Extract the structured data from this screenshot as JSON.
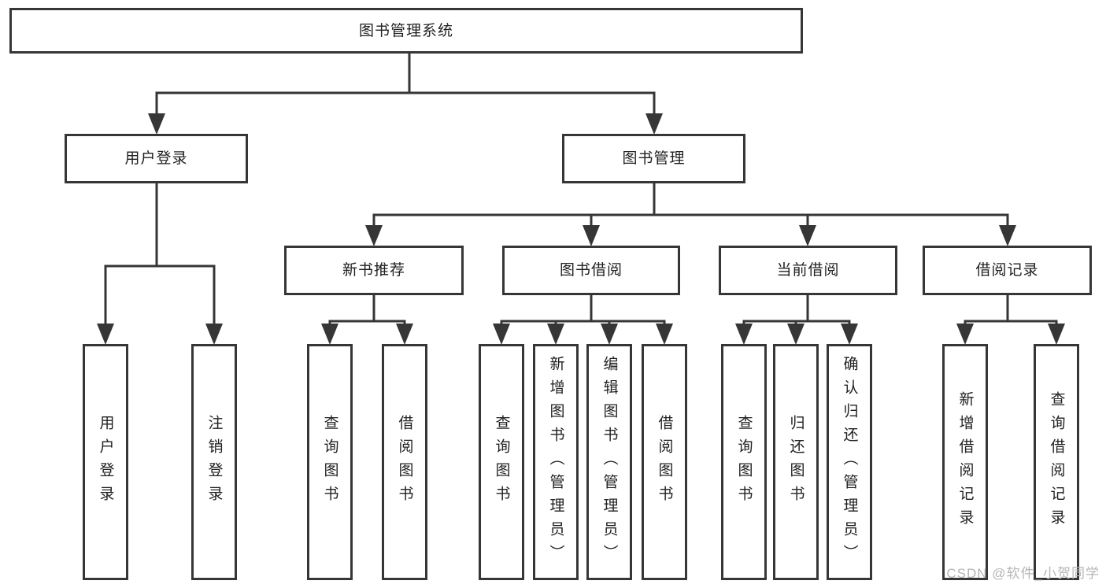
{
  "colors": {
    "line": "#363636",
    "text": "#212121",
    "box_background": "#ffffff",
    "page_background": "#ffffff",
    "watermark": "#b5b5b5"
  },
  "tree": {
    "root": {
      "label": "图书管理系统"
    },
    "level2": [
      {
        "label": "用户登录"
      },
      {
        "label": "图书管理"
      }
    ],
    "level3": [
      {
        "label": "新书推荐"
      },
      {
        "label": "图书借阅"
      },
      {
        "label": "当前借阅"
      },
      {
        "label": "借阅记录"
      }
    ],
    "leaves": {
      "user_login": [
        {
          "label": "用户登录"
        },
        {
          "label": "注销登录"
        }
      ],
      "new_book_recommend": [
        {
          "label": "查询图书"
        },
        {
          "label": "借阅图书"
        }
      ],
      "book_borrow": [
        {
          "label": "查询图书"
        },
        {
          "label": "新增图书（管理员）"
        },
        {
          "label": "编辑图书（管理员）"
        },
        {
          "label": "借阅图书"
        }
      ],
      "current_borrow": [
        {
          "label": "查询图书"
        },
        {
          "label": "归还图书"
        },
        {
          "label": "确认归还（管理员）"
        }
      ],
      "borrow_records": [
        {
          "label": "新增借阅记录"
        },
        {
          "label": "查询借阅记录"
        }
      ]
    }
  },
  "watermark": {
    "text": "CSDN @软件_小贺同学"
  }
}
